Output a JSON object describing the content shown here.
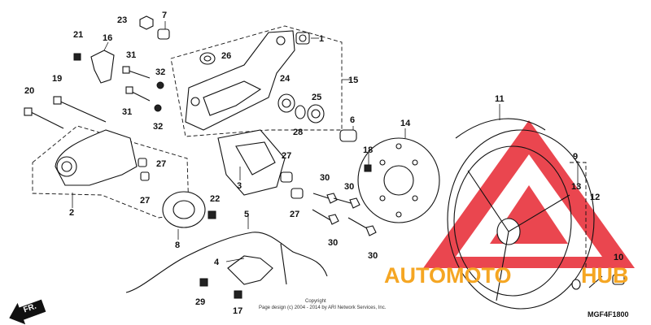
{
  "callouts": [
    {
      "id": "c1",
      "label": "1"
    },
    {
      "id": "c2",
      "label": "2"
    },
    {
      "id": "c3",
      "label": "3"
    },
    {
      "id": "c4",
      "label": "4"
    },
    {
      "id": "c5",
      "label": "5"
    },
    {
      "id": "c6",
      "label": "6"
    },
    {
      "id": "c7",
      "label": "7"
    },
    {
      "id": "c8",
      "label": "8"
    },
    {
      "id": "c9",
      "label": "9"
    },
    {
      "id": "c10",
      "label": "10"
    },
    {
      "id": "c11",
      "label": "11"
    },
    {
      "id": "c12",
      "label": "12"
    },
    {
      "id": "c13",
      "label": "13"
    },
    {
      "id": "c14",
      "label": "14"
    },
    {
      "id": "c15",
      "label": "15"
    },
    {
      "id": "c16",
      "label": "16"
    },
    {
      "id": "c17",
      "label": "17"
    },
    {
      "id": "c18",
      "label": "18"
    },
    {
      "id": "c19",
      "label": "19"
    },
    {
      "id": "c20",
      "label": "20"
    },
    {
      "id": "c21",
      "label": "21"
    },
    {
      "id": "c22",
      "label": "22"
    },
    {
      "id": "c23",
      "label": "23"
    },
    {
      "id": "c24",
      "label": "24"
    },
    {
      "id": "c25",
      "label": "25"
    },
    {
      "id": "c26",
      "label": "26"
    },
    {
      "id": "c27a",
      "label": "27"
    },
    {
      "id": "c27b",
      "label": "27"
    },
    {
      "id": "c27c",
      "label": "27"
    },
    {
      "id": "c27d",
      "label": "27"
    },
    {
      "id": "c28",
      "label": "28"
    },
    {
      "id": "c29",
      "label": "29"
    },
    {
      "id": "c30a",
      "label": "30"
    },
    {
      "id": "c30b",
      "label": "30"
    },
    {
      "id": "c30c",
      "label": "30"
    },
    {
      "id": "c30d",
      "label": "30"
    },
    {
      "id": "c31a",
      "label": "31"
    },
    {
      "id": "c31b",
      "label": "31"
    },
    {
      "id": "c32a",
      "label": "32"
    },
    {
      "id": "c32b",
      "label": "32"
    }
  ],
  "diagram_code": "MGF4F1800",
  "direction_label": "FR.",
  "copyright": {
    "line1": "Copyright",
    "line2": "Page design (c) 2004 - 2014 by ARI Network Services, Inc."
  },
  "watermark": {
    "part1": "AUTO",
    "part2": "MOTO",
    "part3": "HUB",
    "color_orange": "#f5a623",
    "color_red": "#e8323c"
  }
}
